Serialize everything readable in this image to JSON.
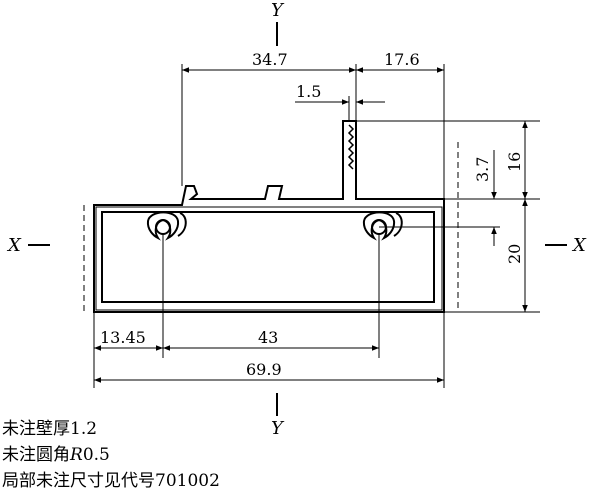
{
  "axes": {
    "y_top": "Y",
    "y_bottom": "Y",
    "x_left": "X",
    "x_right": "X"
  },
  "dimensions": {
    "d34_7": "34.7",
    "d17_6": "17.6",
    "d1_5": "1.5",
    "d3_7": "3.7",
    "d16": "16",
    "d20": "20",
    "d13_45": "13.45",
    "d43": "43",
    "d69_9": "69.9"
  },
  "notes": {
    "wall_thickness": "未注壁厚1.2",
    "fillet_prefix": "未注圆角",
    "fillet_symbol": "R",
    "fillet_value": "0.5",
    "local_dims": "局部未注尺寸见代号701002"
  }
}
